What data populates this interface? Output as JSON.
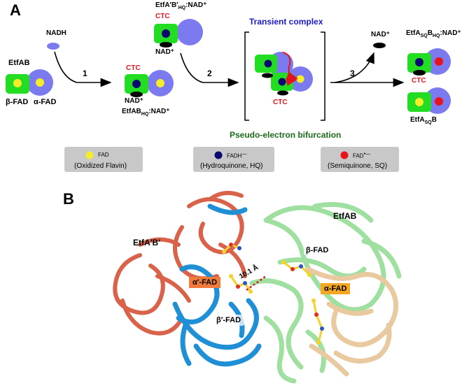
{
  "panel_a": {
    "letter": "A",
    "nadh": "NADH",
    "etfab": "EtfAB",
    "beta_fad": "β-FAD",
    "alpha_fad": "α-FAD",
    "step1": "1",
    "step2": "2",
    "step3": "3",
    "ctc": "CTC",
    "nad_plus": "NAD⁺",
    "etfab_hq_prefix": "EtfAB",
    "etfab_hq_sub": "HQ",
    "etfab_hq_suffix": ":NAD⁺",
    "etfapbp_prefix": "EtfA′B′",
    "etfapbp_sub": "HQ",
    "etfapbp_suffix": ":NAD⁺",
    "transient_complex": "Transient complex",
    "pseudo_bifurcation": "Pseudo-electron bifurcation",
    "product1_prefix": "EtfA",
    "product1_sub1": "SQ",
    "product1_mid": "B",
    "product1_sub2": "HQ",
    "product1_suffix": ":NAD⁺",
    "product2_prefix": "EtfA",
    "product2_sub": "SQ",
    "product2_suffix": "B"
  },
  "legend": [
    {
      "label": "FAD",
      "desc": "(Oxidized Flavin)",
      "color": "#f4ee2a"
    },
    {
      "label": "FADH",
      "desc": "(Hydroquinone, HQ)",
      "color": "#0a0a6e"
    },
    {
      "label": "FAD",
      "desc": "(Semiquinone, SQ)",
      "color": "#e8141c"
    }
  ],
  "panel_b": {
    "letter": "B",
    "etfab": "EtfAB",
    "etfapbp": "EtfA′B′",
    "beta_fad": "β-FAD",
    "alpha_fad": "α-FAD",
    "alpha_prime_fad": "α′-FAD",
    "beta_prime_fad": "β′-FAD",
    "distance": "10.1 Å"
  },
  "colors": {
    "green_domain": "#22dd22",
    "blue_domain": "#7b7bef",
    "red_label": "#e0141e",
    "blue_title": "#1a1ad0",
    "green_title": "#1a6b1a",
    "protein_red": "#d9624a",
    "protein_blue": "#1f8fd6",
    "protein_green": "#9fe0a0",
    "protein_tan": "#e9c9a0"
  }
}
